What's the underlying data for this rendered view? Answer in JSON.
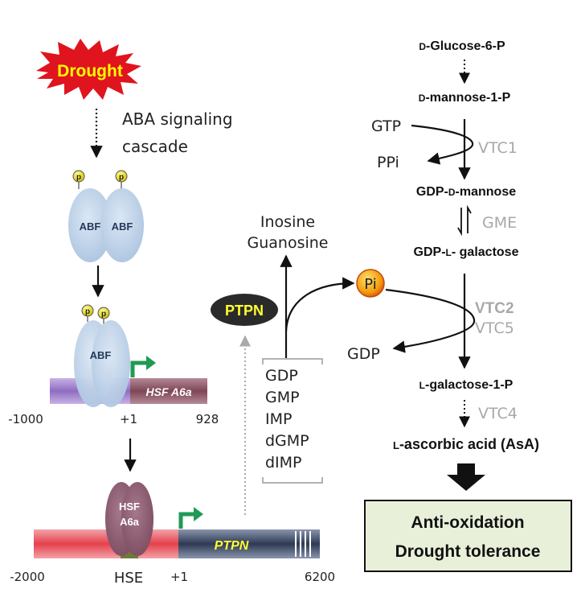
{
  "left_panel": {
    "drought_label": "Drought",
    "aba_line1": "ABA signaling",
    "aba_line2": "cascade",
    "p_label": "p",
    "abf_label": "ABF",
    "hsf_gene_label": "HSF A6a",
    "hsf_coords": {
      "start": "-1000",
      "tss": "+1",
      "end": "928"
    },
    "hsf_protein_line1": "HSF",
    "hsf_protein_line2": "A6a",
    "ptpn_gene_label": "PTPN",
    "hse_label": "HSE",
    "ptpn_coords": {
      "start": "-2000",
      "tss": "+1",
      "end": "6200"
    }
  },
  "middle_panel": {
    "ptpn_enzyme": "PTPN",
    "products_line1": "Inosine",
    "products_line2": "Guanosine",
    "pi_label": "Pi",
    "substrates": [
      "GDP",
      "GMP",
      "IMP",
      "dGMP",
      "dIMP"
    ]
  },
  "right_panel": {
    "glucose6p": {
      "prefix": "D",
      "name": "-Glucose-6-P"
    },
    "mannose1p": {
      "prefix": "D",
      "name": "-mannose-1-P"
    },
    "gtp": "GTP",
    "ppi": "PPi",
    "vtc1": "VTC1",
    "gdp_d_mannose": {
      "a": "GDP-",
      "b": "D",
      "c": "-mannose"
    },
    "gme": "GME",
    "gdp_l_galactose": {
      "a": "GDP-",
      "b": "L",
      "c": "- galactose"
    },
    "vtc2": "VTC2",
    "vtc5": "VTC5",
    "gdp": "GDP",
    "l_galactose_1p": {
      "prefix": "L",
      "name": "-galactose-1-P"
    },
    "vtc4": "VTC4",
    "asa": {
      "prefix": "L",
      "name": "-ascorbic acid (AsA)"
    },
    "outcome_line1": "Anti-oxidation",
    "outcome_line2": "Drought tolerance"
  },
  "colors": {
    "drought_red": "#e0141e",
    "drought_text": "#ffff00",
    "abf_blue": "#b9cfe6",
    "hsf_protein": "#8b5a6e",
    "hsf_gene_bar": "#8a5060",
    "promoter_purple": "#9b7bc4",
    "ptpn_red": "#e84a54",
    "ptpn_gene_bar": "#2f3b55",
    "tss_arrow_green": "#1f9a55",
    "ptpn_enzyme_bg": "#2a2a2a",
    "ptpn_text": "#ffff33",
    "pi_orange": "#f59a0c",
    "enzyme_gray": "#a8a8a8",
    "outcome_bg": "#e8f0da"
  }
}
